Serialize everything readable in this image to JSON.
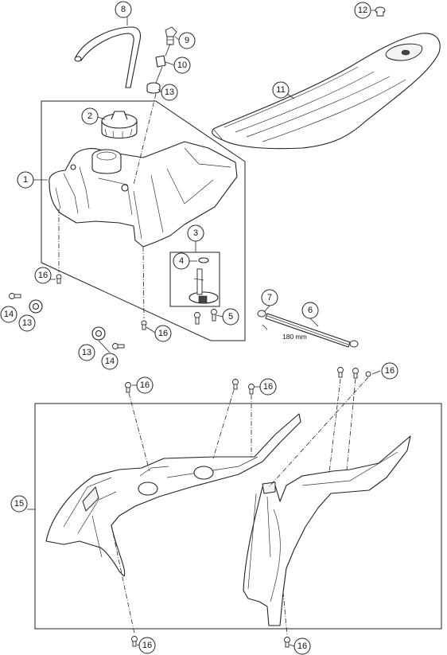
{
  "callouts": {
    "c1": "1",
    "c2": "2",
    "c3": "3",
    "c4": "4",
    "c5": "5",
    "c6": "6",
    "c7": "7",
    "c8": "8",
    "c9": "9",
    "c10": "10",
    "c11": "11",
    "c12": "12",
    "c13a": "13",
    "c13b": "13",
    "c13c": "13",
    "c14a": "14",
    "c14b": "14",
    "c15": "15",
    "c16a": "16",
    "c16b": "16",
    "c16c": "16",
    "c16d": "16",
    "c16e": "16",
    "c16f": "16",
    "c16g": "16"
  },
  "dimension": {
    "hose_length": "180 mm"
  },
  "colors": {
    "line": "#222222",
    "background": "#ffffff"
  }
}
